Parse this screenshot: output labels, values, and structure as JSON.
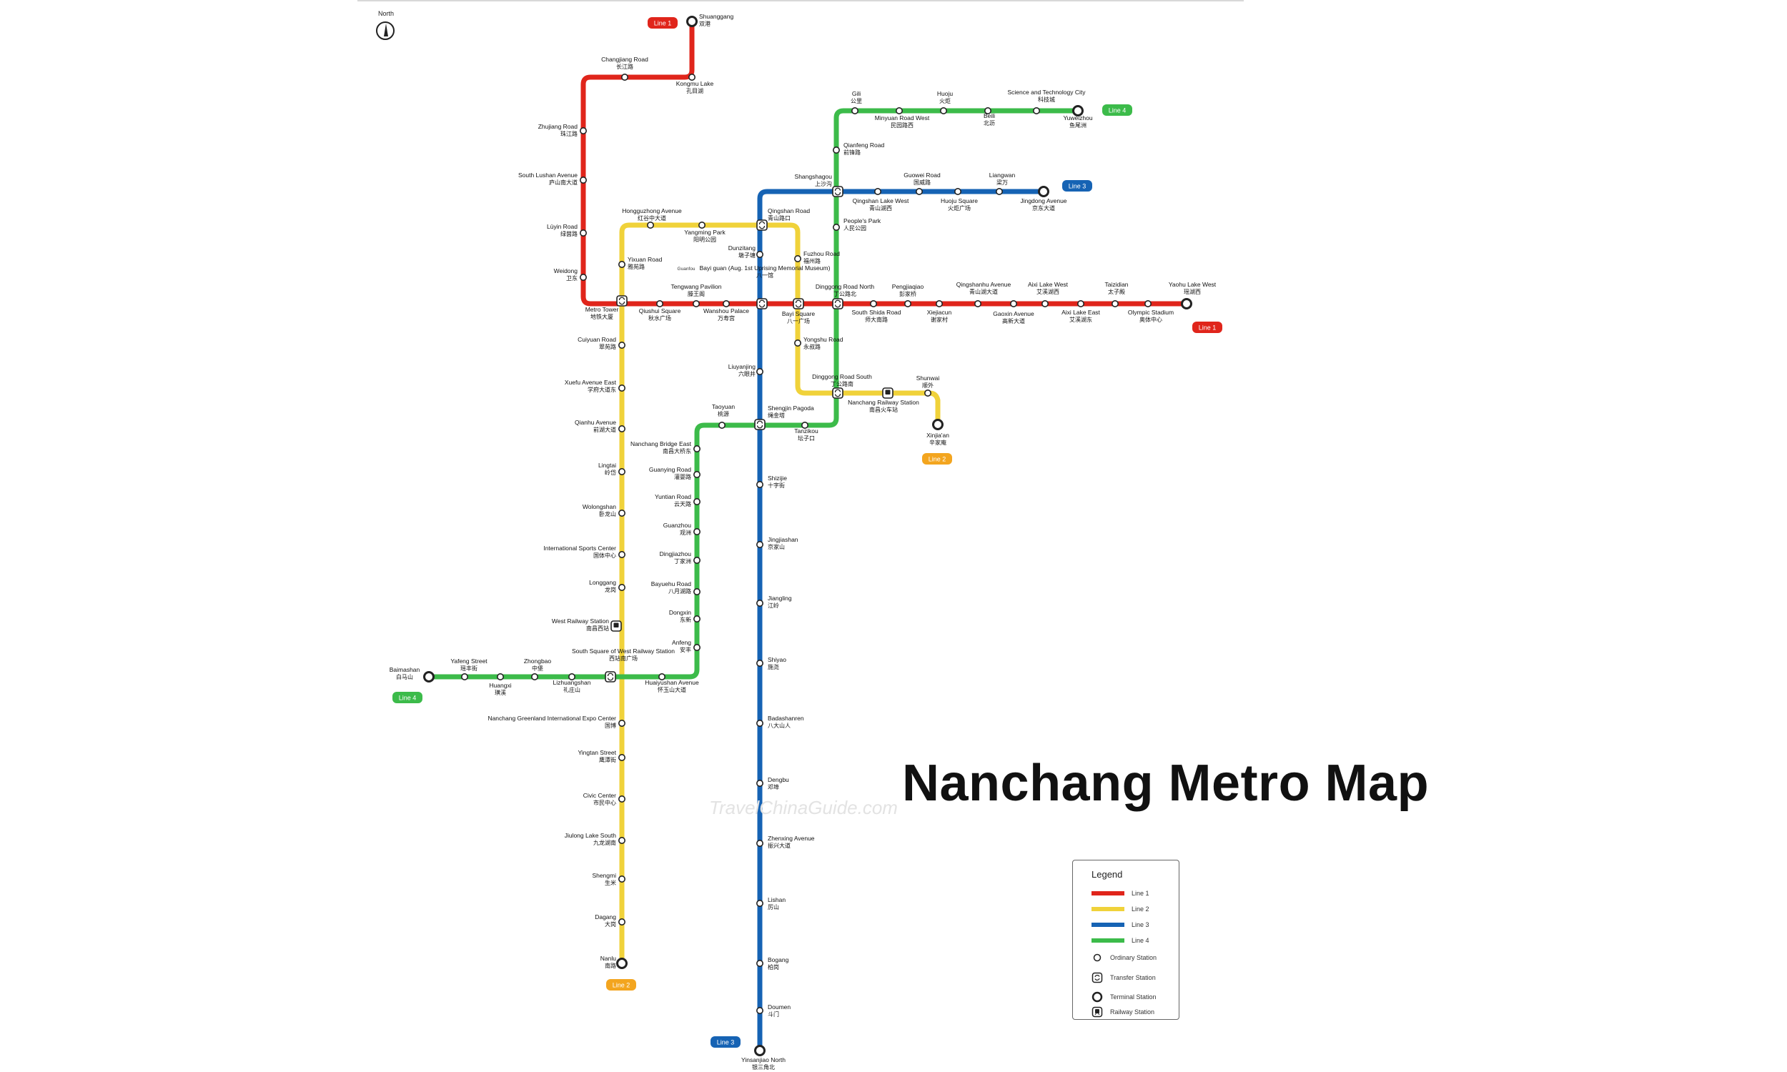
{
  "colors": {
    "line1": "#e0251b",
    "line2": "#f0d23a",
    "line3": "#1663b4",
    "line4": "#3cbb4a",
    "badge2": "#f3a51f",
    "station_stroke": "#222222",
    "title": "#111111"
  },
  "map_title": "Nanchang Metro Map",
  "watermark": "TravelChinaGuide.com",
  "compass": {
    "label": "North",
    "icon": "compass-icon"
  },
  "legend": {
    "title": "Legend",
    "lines": [
      {
        "name": "Line 1",
        "color": "#e0251b"
      },
      {
        "name": "Line 2",
        "color": "#f0d23a"
      },
      {
        "name": "Line 3",
        "color": "#1663b4"
      },
      {
        "name": "Line 4",
        "color": "#3cbb4a"
      }
    ],
    "symbols": [
      {
        "name": "Ordinary Station",
        "icon": "ordinary-station-icon"
      },
      {
        "name": "Transfer Station",
        "icon": "transfer-station-icon"
      },
      {
        "name": "Terminal Station",
        "icon": "terminal-station-icon"
      },
      {
        "name": "Railway Station",
        "icon": "railway-station-icon"
      }
    ]
  },
  "badges": [
    {
      "id": "l1-north",
      "text": "Line 1",
      "line": "line1"
    },
    {
      "id": "l1-east",
      "text": "Line 1",
      "line": "line1"
    },
    {
      "id": "l2-south",
      "text": "Line 2",
      "line": "line2"
    },
    {
      "id": "l2-east",
      "text": "Line 2",
      "line": "line2"
    },
    {
      "id": "l3-east",
      "text": "Line 3",
      "line": "line3"
    },
    {
      "id": "l3-south",
      "text": "Line 3",
      "line": "line3"
    },
    {
      "id": "l4-east",
      "text": "Line 4",
      "line": "line4"
    },
    {
      "id": "l4-west",
      "text": "Line 4",
      "line": "line4"
    }
  ],
  "stations": [
    {
      "id": "shuanggang",
      "name": "Shuanggang",
      "cn": "双港",
      "type": "terminal"
    },
    {
      "id": "kongmu-lake",
      "name": "Kongmu Lake",
      "cn": "孔目湖",
      "type": "ordinary"
    },
    {
      "id": "changjiang-road",
      "name": "Changjiang Road",
      "cn": "长江路",
      "type": "ordinary"
    },
    {
      "id": "zhujiang-road",
      "name": "Zhujiang Road",
      "cn": "珠江路",
      "type": "ordinary"
    },
    {
      "id": "south-lushan-avenue",
      "name": "South Lushan Avenue",
      "cn": "庐山南大道",
      "type": "ordinary"
    },
    {
      "id": "lvyin-road",
      "name": "Lüyin Road",
      "cn": "绿茵路",
      "type": "ordinary"
    },
    {
      "id": "weidong",
      "name": "Weidong",
      "cn": "卫东",
      "type": "ordinary"
    },
    {
      "id": "metro-tower",
      "name": "Metro Tower",
      "cn": "地铁大厦",
      "type": "transfer"
    },
    {
      "id": "qiushui-square",
      "name": "Qiushui Square",
      "cn": "秋水广场",
      "type": "ordinary"
    },
    {
      "id": "tengwang-pavilion",
      "name": "Tengwang Pavilion",
      "cn": "滕王阁",
      "type": "ordinary"
    },
    {
      "id": "wanshou-palace",
      "name": "Wanshou Palace",
      "cn": "万寿宫",
      "type": "ordinary"
    },
    {
      "id": "bayi-guan",
      "name": "Bayi guan (Aug. 1st Uprising Memorial Museum)",
      "cn": "八一馆",
      "type": "transfer"
    },
    {
      "id": "bayi-square",
      "name": "Bayi Square",
      "cn": "八一广场",
      "type": "transfer"
    },
    {
      "id": "dinggong-road-north",
      "name": "Dinggong Road North",
      "cn": "丁公路北",
      "type": "transfer"
    },
    {
      "id": "south-shida-road",
      "name": "South Shida Road",
      "cn": "师大南路",
      "type": "ordinary"
    },
    {
      "id": "pengjiaqiao",
      "name": "Pengjiaqiao",
      "cn": "彭家桥",
      "type": "ordinary"
    },
    {
      "id": "xiejiacun",
      "name": "Xiejiacun",
      "cn": "谢家村",
      "type": "ordinary"
    },
    {
      "id": "qingshanhu-avenue",
      "name": "Qingshanhu Avenue",
      "cn": "青山湖大道",
      "type": "ordinary"
    },
    {
      "id": "gaoxin-avenue",
      "name": "Gaoxin Avenue",
      "cn": "高新大道",
      "type": "ordinary"
    },
    {
      "id": "aixi-lake-west",
      "name": "Aixi Lake West",
      "cn": "艾溪湖西",
      "type": "ordinary"
    },
    {
      "id": "aixi-lake-east",
      "name": "Aixi Lake East",
      "cn": "艾溪湖东",
      "type": "ordinary"
    },
    {
      "id": "taizidian",
      "name": "Taizidian",
      "cn": "太子殿",
      "type": "ordinary"
    },
    {
      "id": "olympic-stadium",
      "name": "Olympic Stadium",
      "cn": "奥体中心",
      "type": "ordinary"
    },
    {
      "id": "yaohu-lake-west",
      "name": "Yaohu Lake West",
      "cn": "瑶湖西",
      "type": "terminal"
    },
    {
      "id": "honggutan-avenue",
      "name": "Hongguzhong Avenue",
      "cn": "红谷中大道",
      "type": "ordinary"
    },
    {
      "id": "yangming-park",
      "name": "Yangming Park",
      "cn": "阳明公园",
      "type": "ordinary"
    },
    {
      "id": "qingshan-road",
      "name": "Qingshan Road",
      "cn": "青山路口",
      "type": "transfer"
    },
    {
      "id": "fuzhou-road",
      "name": "Fuzhou Road",
      "cn": "福州路",
      "type": "ordinary"
    },
    {
      "id": "yingshui-road",
      "name": "Yongshu Road",
      "cn": "永叔路",
      "type": "ordinary"
    },
    {
      "id": "dinggong-road-south",
      "name": "Dinggong Road South",
      "cn": "丁公路南",
      "type": "transfer"
    },
    {
      "id": "nanchang-railway-station",
      "name": "Nanchang Railway Station",
      "cn": "南昌火车站",
      "type": "railway"
    },
    {
      "id": "shunwai",
      "name": "Shunwai",
      "cn": "顺外",
      "type": "ordinary"
    },
    {
      "id": "xinjiaan",
      "name": "Xinjia'an",
      "cn": "辛家庵",
      "type": "terminal"
    },
    {
      "id": "yixuan-road",
      "name": "Yixuan Road",
      "cn": "雅苑路",
      "type": "ordinary"
    },
    {
      "id": "cuiyuan-road",
      "name": "Cuiyuan Road",
      "cn": "翠苑路",
      "type": "ordinary"
    },
    {
      "id": "xuefu-avenue-east",
      "name": "Xuefu Avenue East",
      "cn": "学府大道东",
      "type": "ordinary"
    },
    {
      "id": "qianhu-avenue",
      "name": "Qianhu Avenue",
      "cn": "前湖大道",
      "type": "ordinary"
    },
    {
      "id": "lingtai",
      "name": "Lingtai",
      "cn": "岭岱",
      "type": "ordinary"
    },
    {
      "id": "wolongshan",
      "name": "Wolongshan",
      "cn": "卧龙山",
      "type": "ordinary"
    },
    {
      "id": "international-sports-center",
      "name": "International Sports Center",
      "cn": "国体中心",
      "type": "ordinary"
    },
    {
      "id": "longgang",
      "name": "Longgang",
      "cn": "龙岗",
      "type": "ordinary"
    },
    {
      "id": "west-railway-station",
      "name": "West Railway Station",
      "cn": "南昌西站",
      "type": "railway"
    },
    {
      "id": "south-square-west-railway",
      "name": "South Square of West Railway Station",
      "cn": "西站南广场",
      "type": "transfer"
    },
    {
      "id": "nanchang-greenland-expo",
      "name": "Nanchang Greenland International Expo Center",
      "cn": "国博",
      "type": "ordinary"
    },
    {
      "id": "yingtan-street",
      "name": "Yingtan Street",
      "cn": "鹰潭街",
      "type": "ordinary"
    },
    {
      "id": "civic-center",
      "name": "Civic Center",
      "cn": "市民中心",
      "type": "ordinary"
    },
    {
      "id": "jiulong-lake-south",
      "name": "Jiulong Lake South",
      "cn": "九龙湖南",
      "type": "ordinary"
    },
    {
      "id": "shengmi",
      "name": "Shengmi",
      "cn": "生米",
      "type": "ordinary"
    },
    {
      "id": "dagang",
      "name": "Dagang",
      "cn": "大岗",
      "type": "ordinary"
    },
    {
      "id": "nanlu",
      "name": "Nanlu",
      "cn": "南路",
      "type": "terminal"
    },
    {
      "id": "shangshaogou",
      "name": "Shangshagou",
      "cn": "上沙沟",
      "type": "transfer"
    },
    {
      "id": "dunzitang",
      "name": "Dunzitang",
      "cn": "墩子塘",
      "type": "ordinary"
    },
    {
      "id": "liuyanjing",
      "name": "Liuyanjing",
      "cn": "六眼井",
      "type": "ordinary"
    },
    {
      "id": "shengjin-pagoda",
      "name": "Shengjin Pagoda",
      "cn": "绳金塔",
      "type": "transfer"
    },
    {
      "id": "shizijie",
      "name": "Shizijie",
      "cn": "十字街",
      "type": "ordinary"
    },
    {
      "id": "jingjiashan",
      "name": "Jingjiashan",
      "cn": "京家山",
      "type": "ordinary"
    },
    {
      "id": "jiangling",
      "name": "Jiangling",
      "cn": "江岭",
      "type": "ordinary"
    },
    {
      "id": "shiyao",
      "name": "Shiyao",
      "cn": "施尧",
      "type": "ordinary"
    },
    {
      "id": "badashanren",
      "name": "Badashanren",
      "cn": "八大山人",
      "type": "ordinary"
    },
    {
      "id": "dengbu",
      "name": "Dengbu",
      "cn": "邓埠",
      "type": "ordinary"
    },
    {
      "id": "zhenxing-avenue",
      "name": "Zhenxing Avenue",
      "cn": "振兴大道",
      "type": "ordinary"
    },
    {
      "id": "lishan",
      "name": "Lishan",
      "cn": "厉山",
      "type": "ordinary"
    },
    {
      "id": "bogang",
      "name": "Bogang",
      "cn": "柏岗",
      "type": "ordinary"
    },
    {
      "id": "doumen",
      "name": "Doumen",
      "cn": "斗门",
      "type": "ordinary"
    },
    {
      "id": "yinsanjiao-north",
      "name": "Yinsanjiao North",
      "cn": "银三角北",
      "type": "terminal"
    },
    {
      "id": "qingshan-lake-west",
      "name": "Qingshan Lake West",
      "cn": "青山湖西",
      "type": "ordinary"
    },
    {
      "id": "guowei-road",
      "name": "Guowei Road",
      "cn": "国威路",
      "type": "ordinary"
    },
    {
      "id": "huoju-square",
      "name": "Huoju Square",
      "cn": "火炬广场",
      "type": "ordinary"
    },
    {
      "id": "liangwan",
      "name": "Liangwan",
      "cn": "梁万",
      "type": "ordinary"
    },
    {
      "id": "jingdong-avenue",
      "name": "Jingdong Avenue",
      "cn": "京东大道",
      "type": "terminal"
    },
    {
      "id": "gili",
      "name": "Gili",
      "cn": "公里",
      "type": "ordinary"
    },
    {
      "id": "minyuan-road-west",
      "name": "Minyuan Road West",
      "cn": "民园路西",
      "type": "ordinary"
    },
    {
      "id": "huoju",
      "name": "Huoju",
      "cn": "火炬",
      "type": "ordinary"
    },
    {
      "id": "beili",
      "name": "Beili",
      "cn": "北沥",
      "type": "ordinary"
    },
    {
      "id": "science-technology-city",
      "name": "Science and Technology City",
      "cn": "科技城",
      "type": "ordinary"
    },
    {
      "id": "yuwezhou",
      "name": "Yuweizhou",
      "cn": "鱼尾洲",
      "type": "terminal"
    },
    {
      "id": "qianfeng-road",
      "name": "Qianfeng Road",
      "cn": "前锋路",
      "type": "ordinary"
    },
    {
      "id": "peoples-park",
      "name": "People's Park",
      "cn": "人民公园",
      "type": "ordinary"
    },
    {
      "id": "taoyuan",
      "name": "Taoyuan",
      "cn": "桃源",
      "type": "ordinary"
    },
    {
      "id": "tanzikou",
      "name": "Tanzikou",
      "cn": "坛子口",
      "type": "ordinary"
    },
    {
      "id": "nanchang-bridge-east",
      "name": "Nanchang Bridge East",
      "cn": "南昌大桥东",
      "type": "ordinary"
    },
    {
      "id": "guanying-road",
      "name": "Guanying Road",
      "cn": "灌婴路",
      "type": "ordinary"
    },
    {
      "id": "yuntian-road",
      "name": "Yuntian Road",
      "cn": "云天路",
      "type": "ordinary"
    },
    {
      "id": "guanzhou",
      "name": "Guanzhou",
      "cn": "观洲",
      "type": "ordinary"
    },
    {
      "id": "dingjiazhou",
      "name": "Dingjiazhou",
      "cn": "丁家洲",
      "type": "ordinary"
    },
    {
      "id": "bayuehu-road",
      "name": "Bayuehu Road",
      "cn": "八月湖路",
      "type": "ordinary"
    },
    {
      "id": "dongxin",
      "name": "Dongxin",
      "cn": "东新",
      "type": "ordinary"
    },
    {
      "id": "anfeng",
      "name": "Anfeng",
      "cn": "安丰",
      "type": "ordinary"
    },
    {
      "id": "huaiyushan-avenue",
      "name": "Huaiyushan Avenue",
      "cn": "怀玉山大道",
      "type": "ordinary"
    },
    {
      "id": "lizhuangshan",
      "name": "Lizhuangshan",
      "cn": "礼庄山",
      "type": "ordinary"
    },
    {
      "id": "zhongbao",
      "name": "Zhongbao",
      "cn": "中堡",
      "type": "ordinary"
    },
    {
      "id": "huangxi",
      "name": "Huangxi",
      "cn": "璜溪",
      "type": "ordinary"
    },
    {
      "id": "yafeng-street",
      "name": "Yafeng Street",
      "cn": "瑶丰街",
      "type": "ordinary"
    },
    {
      "id": "baimashan",
      "name": "Baimashan",
      "cn": "白马山",
      "type": "terminal"
    }
  ],
  "extra_labels": [
    {
      "id": "guanfou",
      "text": "Guanfou"
    }
  ]
}
